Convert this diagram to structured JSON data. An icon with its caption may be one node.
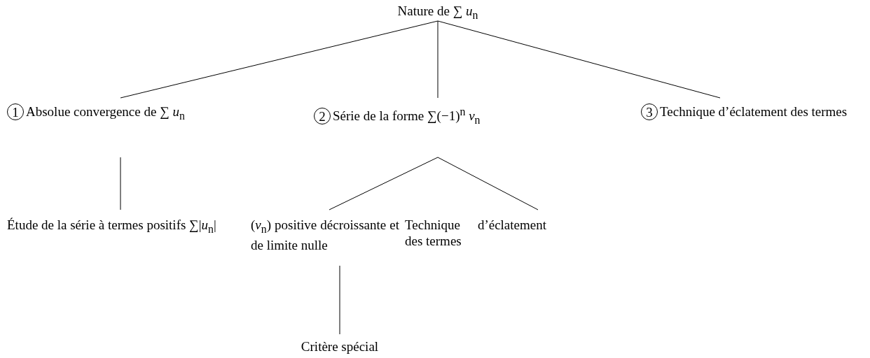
{
  "diagram": {
    "nodes": [
      {
        "text": [
          "Nature de ∑ *u*$_{n}$"
        ]
      },
      {
        "text": [
          "1",
          "Absolue convergence de ∑ *u*$_{n}$"
        ]
      },
      {
        "text": [
          "2",
          "Série de la forme ∑(−1)$^{n}$ *v*$_{n}$"
        ]
      },
      {
        "text": [
          "3",
          "Technique d’éclatement des termes"
        ]
      },
      {
        "text": [
          "Étude de la série à termes positifs ∑|*u*$_{n}$|"
        ]
      },
      {
        "text": [
          "(*v*$_{n}$) positive décroissante et de limite nulle"
        ]
      },
      {
        "text": [
          "Technique d’éclatement des termes"
        ]
      },
      {
        "text": [
          "Critère spécial"
        ]
      }
    ],
    "edges": [
      {
        "from": 0,
        "to": 1,
        "arrow": "none"
      },
      {
        "from": 0,
        "to": 2,
        "arrow": "none"
      },
      {
        "from": 0,
        "to": 3,
        "arrow": "none"
      },
      {
        "from": 1,
        "to": 4,
        "arrow": "none"
      },
      {
        "from": 2,
        "to": 5,
        "arrow": "none"
      },
      {
        "from": 2,
        "to": 6,
        "arrow": "none"
      },
      {
        "from": 5,
        "to": 7,
        "arrow": "none"
      }
    ]
  }
}
